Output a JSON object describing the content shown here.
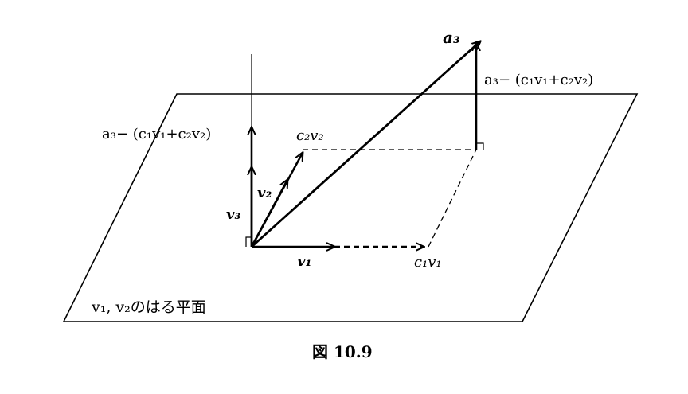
{
  "figure": {
    "plane_label": "v₁, v₂のはる平面",
    "caption": "図 10.9",
    "labels": {
      "a3": "a₃",
      "a3_perp_right": "a₃− (c₁v₁+c₂v₂)",
      "a3_perp_left": "a₃− (c₁v₁+c₂v₂)",
      "c2v2": "c₂v₂",
      "v2": "v₂",
      "v3": "v₃",
      "v1": "v₁",
      "c1v1": "c₁v₁"
    }
  }
}
